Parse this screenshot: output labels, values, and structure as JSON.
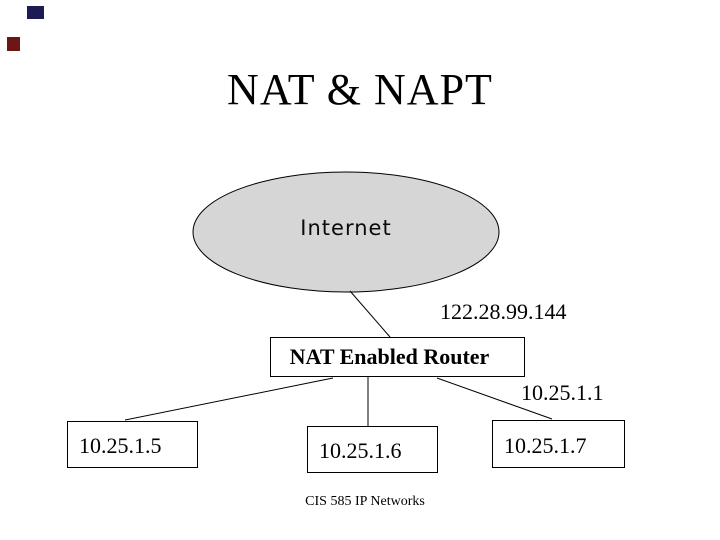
{
  "slide": {
    "title": "NAT & NAPT",
    "footer": "CIS 585 IP Networks"
  },
  "diagram": {
    "cloud_label": "Internet",
    "public_ip": "122.28.99.144",
    "router_label": "NAT Enabled Router",
    "router_private_ip": "10.25.1.1",
    "host_ips": [
      "10.25.1.5",
      "10.25.1.6",
      "10.25.1.7"
    ]
  },
  "colors": {
    "background": "#ffffff",
    "text": "#000000",
    "cloud_fill": "#d6d6d6",
    "outline": "#000000",
    "decoration_square_top": "#1c1c52",
    "decoration_square_left": "#6e1616"
  }
}
